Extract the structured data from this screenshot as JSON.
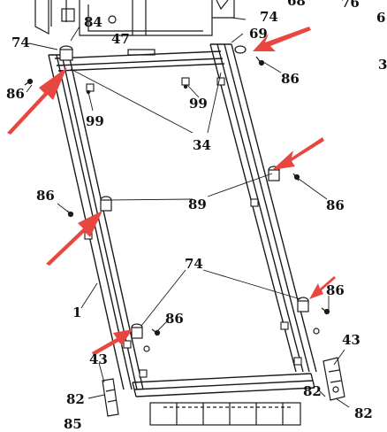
{
  "diagram": {
    "labels": [
      {
        "id": "l74a",
        "text": "74"
      },
      {
        "id": "l84",
        "text": "84"
      },
      {
        "id": "l47",
        "text": "47"
      },
      {
        "id": "l68",
        "text": "68"
      },
      {
        "id": "l76",
        "text": "76"
      },
      {
        "id": "l6",
        "text": "6"
      },
      {
        "id": "l74b",
        "text": "74"
      },
      {
        "id": "l69",
        "text": "69"
      },
      {
        "id": "l3",
        "text": "3"
      },
      {
        "id": "l86a",
        "text": "86"
      },
      {
        "id": "l86b",
        "text": "86"
      },
      {
        "id": "l99a",
        "text": "99"
      },
      {
        "id": "l99b",
        "text": "99"
      },
      {
        "id": "l34",
        "text": "34"
      },
      {
        "id": "l86c",
        "text": "86"
      },
      {
        "id": "l89",
        "text": "89"
      },
      {
        "id": "l86d",
        "text": "86"
      },
      {
        "id": "l74c",
        "text": "74"
      },
      {
        "id": "l86e",
        "text": "86"
      },
      {
        "id": "l86f",
        "text": "86"
      },
      {
        "id": "l1",
        "text": "1"
      },
      {
        "id": "l43a",
        "text": "43"
      },
      {
        "id": "l43b",
        "text": "43"
      },
      {
        "id": "l82a",
        "text": "82"
      },
      {
        "id": "l82b",
        "text": "82"
      },
      {
        "id": "l82c",
        "text": "82"
      },
      {
        "id": "l85",
        "text": "85"
      }
    ],
    "arrow_color": "#e8473f",
    "line_color": "#1a1a1a"
  }
}
